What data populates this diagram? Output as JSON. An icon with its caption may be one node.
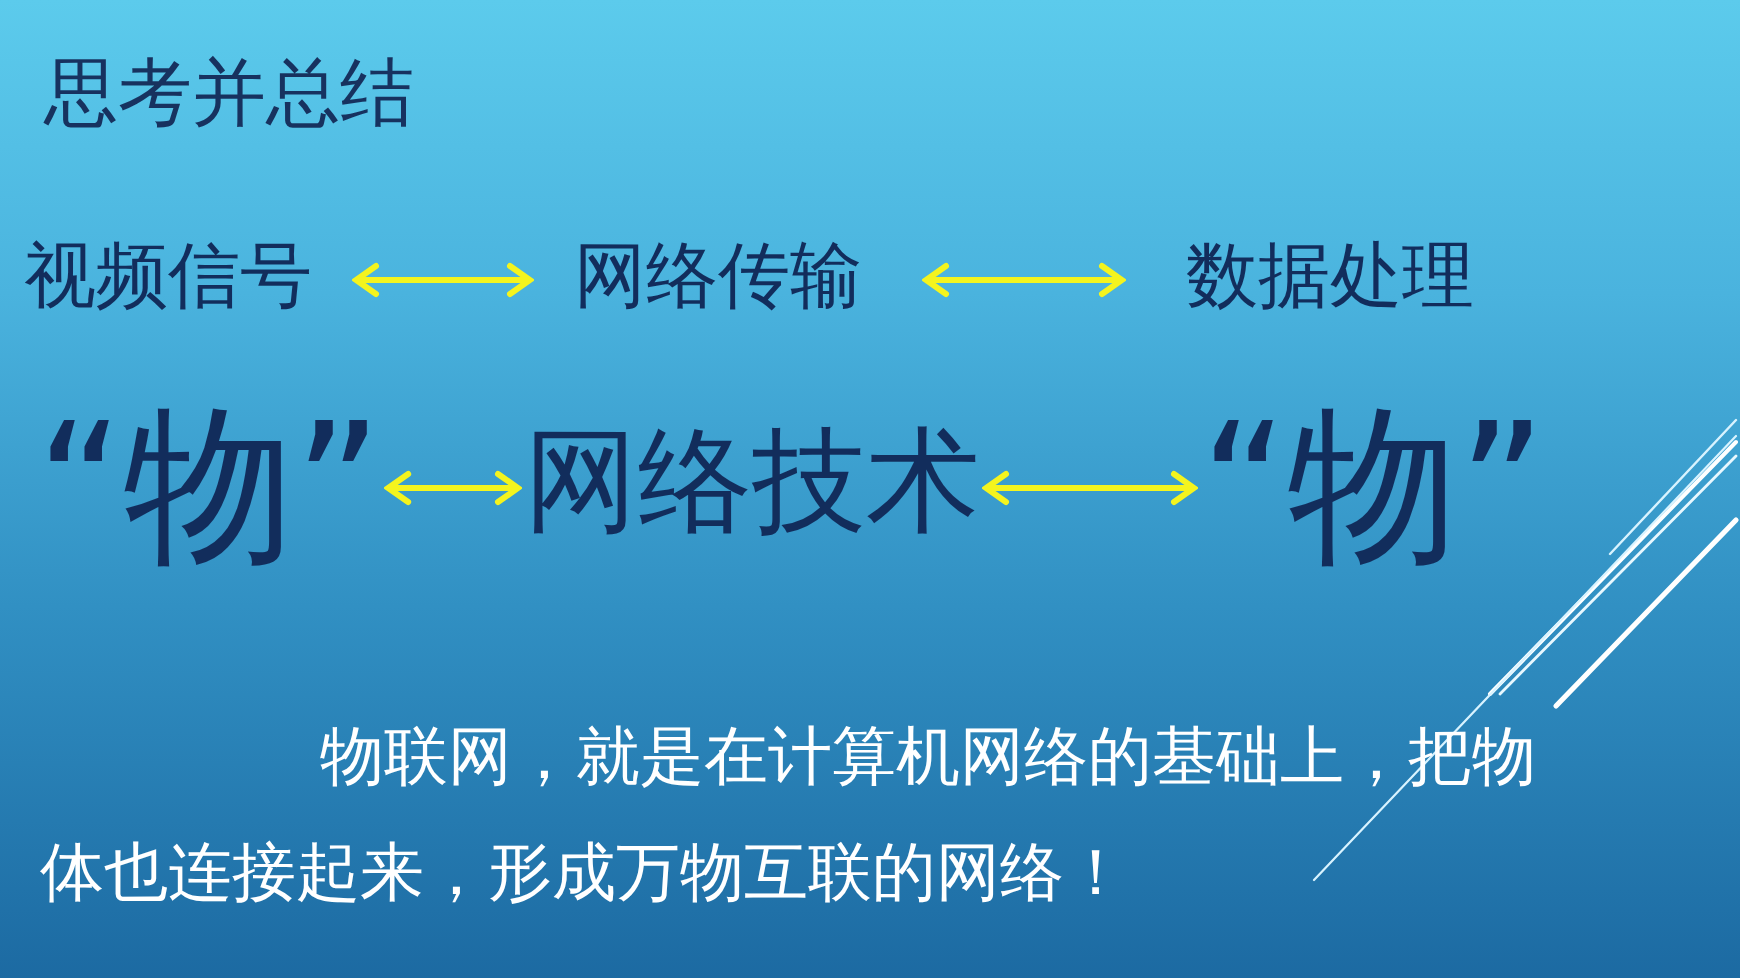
{
  "diagram": {
    "title": "思考并总结",
    "nodes": [
      {
        "text": [
          "视频信号"
        ]
      },
      {
        "text": [
          "网络传输"
        ]
      },
      {
        "text": [
          "数据处理"
        ]
      },
      {
        "text": [
          "“物”"
        ]
      },
      {
        "text": [
          "网络技术"
        ]
      },
      {
        "text": [
          "“物”"
        ]
      }
    ],
    "edges": [
      {
        "from": 0,
        "to": 1,
        "arrow": "both"
      },
      {
        "from": 1,
        "to": 2,
        "arrow": "both"
      },
      {
        "from": 3,
        "to": 4,
        "arrow": "both"
      },
      {
        "from": 4,
        "to": 5,
        "arrow": "both"
      }
    ],
    "labels": [
      "物联网，就是在计算机网络的基础上，把物体也连接起来，形成万物互联的网络！"
    ]
  }
}
